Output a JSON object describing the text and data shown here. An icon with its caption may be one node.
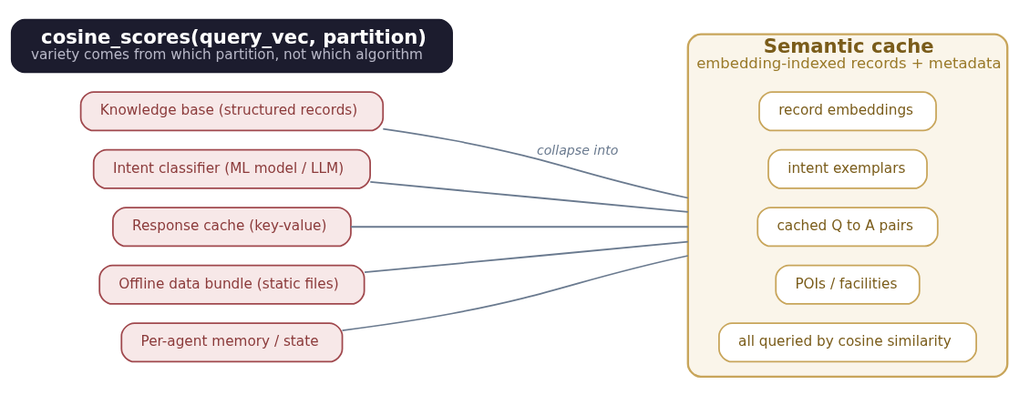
{
  "diagram": {
    "nodes": [
      {
        "text": [
          "Knowledge base (structured records)"
        ]
      },
      {
        "text": [
          "Intent classifier (ML model / LLM)"
        ]
      },
      {
        "text": [
          "Response cache (key-value)"
        ]
      },
      {
        "text": [
          "Offline data bundle (static files)"
        ]
      },
      {
        "text": [
          "Per-agent memory / state"
        ]
      },
      {
        "text": [
          "Semantic cache",
          "embedding-indexed records + metadata"
        ]
      },
      {
        "text": [
          "record embeddings"
        ],
        "in": 5
      },
      {
        "text": [
          "intent exemplars"
        ],
        "in": 5
      },
      {
        "text": [
          "cached Q to A pairs"
        ],
        "in": 5
      },
      {
        "text": [
          "POIs / facilities"
        ],
        "in": 5
      },
      {
        "text": [
          "all queried by cosine similarity"
        ],
        "in": 5
      },
      {
        "text": [
          "cosine_scores(query_vec, partition)",
          "variety comes from which partition, not which algorithm"
        ]
      }
    ],
    "edges": [
      {
        "from": 0,
        "to": 5,
        "arrow": "none",
        "label": "collapse into"
      },
      {
        "from": 1,
        "to": 5,
        "arrow": "none"
      },
      {
        "from": 2,
        "to": 5,
        "arrow": "none"
      },
      {
        "from": 3,
        "to": 5,
        "arrow": "none"
      },
      {
        "from": 4,
        "to": 5,
        "arrow": "none"
      }
    ]
  }
}
